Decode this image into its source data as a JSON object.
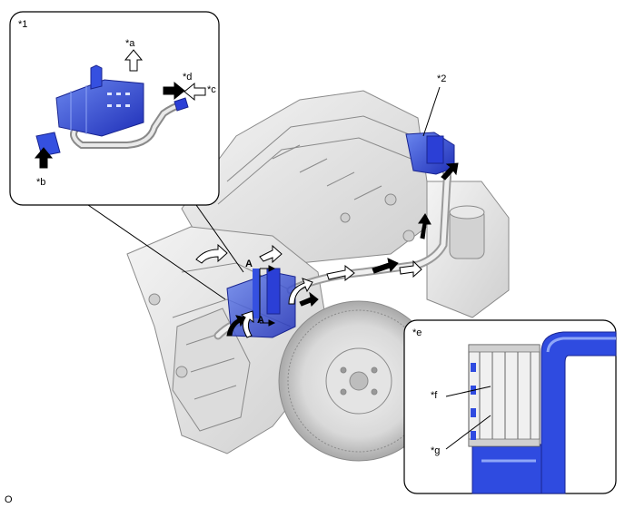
{
  "labels": {
    "inset1": "*1",
    "part2": "*2",
    "a": "*a",
    "b": "*b",
    "c": "*c",
    "d": "*d",
    "e": "*e",
    "f": "*f",
    "g": "*g",
    "section_top": "A",
    "section_bottom": "A",
    "figure_code": "O"
  },
  "colors": {
    "part_blue": "#2b3fd6",
    "part_blue_light": "#6a86ee",
    "engine_fill": "#e6e6e6",
    "engine_stroke": "#8a8a8a",
    "frame": "#000000"
  }
}
